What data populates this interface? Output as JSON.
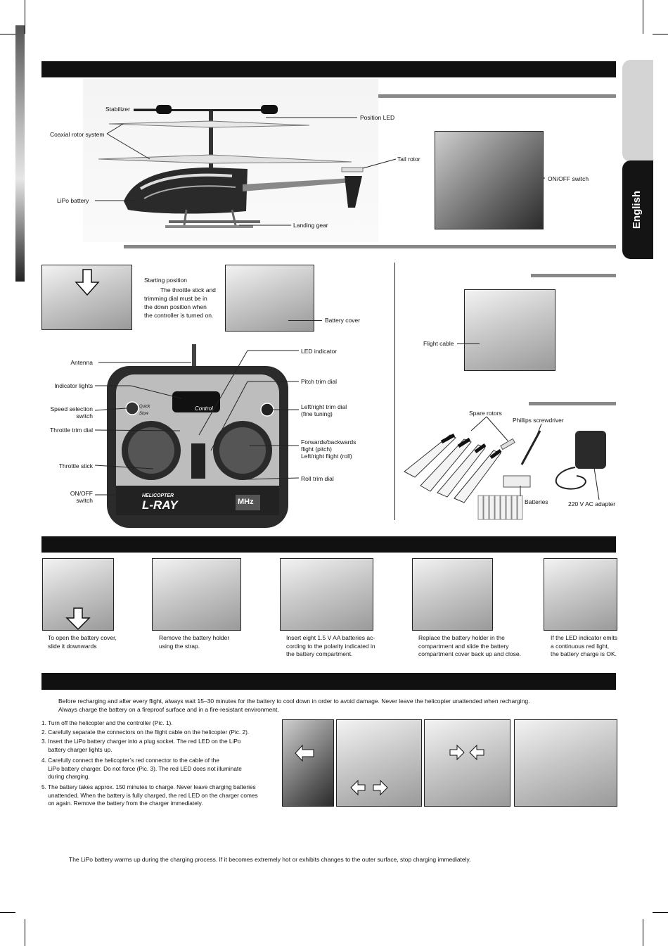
{
  "side_tab": {
    "label": "English"
  },
  "overview": {
    "labels": {
      "stabilizer": "Stabilizer",
      "coaxial": "Coaxial rotor system",
      "lipo": "LiPo battery",
      "position_led": "Position LED",
      "tail_rotor": "Tail rotor",
      "landing_gear": "Landing gear",
      "on_off": "ON/OFF switch"
    }
  },
  "controller_start": {
    "starting_position": "Starting position",
    "throttle_text": [
      "The throttle stick and",
      "trimming dial must be in",
      "the down position when",
      "the controller is turned on."
    ],
    "battery_cover": "Battery cover"
  },
  "controller": {
    "left_labels": [
      "Antenna",
      "Indicator lights",
      "Speed selection\nswitch",
      "Throttle trim dial",
      "Throttle stick",
      "ON/OFF\nswitch"
    ],
    "right_labels": [
      "LED indicator",
      "Pitch trim dial",
      "Left/right trim dial\n(fine tuning)",
      "Forwards/backwards\nflight (pitch)\nLeft/right flight (roll)",
      "Roll trim dial"
    ],
    "brand_top": "HELICOPTER",
    "brand": "L-RAY",
    "mhz": "MHz",
    "quick": "Quick",
    "slow": "Slow",
    "control_word": "Control"
  },
  "flight_cable": {
    "label": "Flight cable"
  },
  "contents": {
    "spare_rotors": "Spare rotors",
    "screwdriver": "Phillips screwdriver",
    "batteries": "Batteries",
    "adapter": "220 V AC adapter"
  },
  "battery_steps": [
    "To open the battery cover,\nslide it downwards",
    "Remove the battery holder\nusing the strap.",
    "Insert eight 1.5 V AA batteries ac-\ncording to the polarity indicated in\nthe battery compartment.",
    "Replace the battery holder in the\ncompartment and slide the battery\ncompartment cover back up and close.",
    "If the LED indicator emits\na continuous red light,\nthe battery charge is OK."
  ],
  "charging": {
    "intro": "Before recharging and after every flight, always wait 15–30 minutes for the battery to cool down in order to avoid damage. Never leave the helicopter unattended when recharging.\nAlways charge the battery on a fireproof surface and in a fire-resistant environment.",
    "steps": [
      "1. Turn off the helicopter and the controller (Pic. 1).",
      "2. Carefully separate the connectors on the flight cable on the helicopter (Pic. 2).",
      "3. Insert the LiPo battery charger into a plug socket. The red LED on the LiPo\n    battery charger lights up.",
      "4. Carefully connect the helicopter’s red connector to the cable of the\n    LiPo battery charger. Do not force (Pic. 3). The red LED does not illuminate\n    during charging.",
      "5. The battery takes approx. 150 minutes to charge. Never leave charging batteries\n    unattended. When the battery is fully charged, the red LED on the charger comes\n    on again. Remove the battery from the charger immediately."
    ],
    "warning": "The LiPo battery warms up during the charging process. If it becomes extremely hot or exhibits changes to the outer surface, stop charging immediately."
  }
}
